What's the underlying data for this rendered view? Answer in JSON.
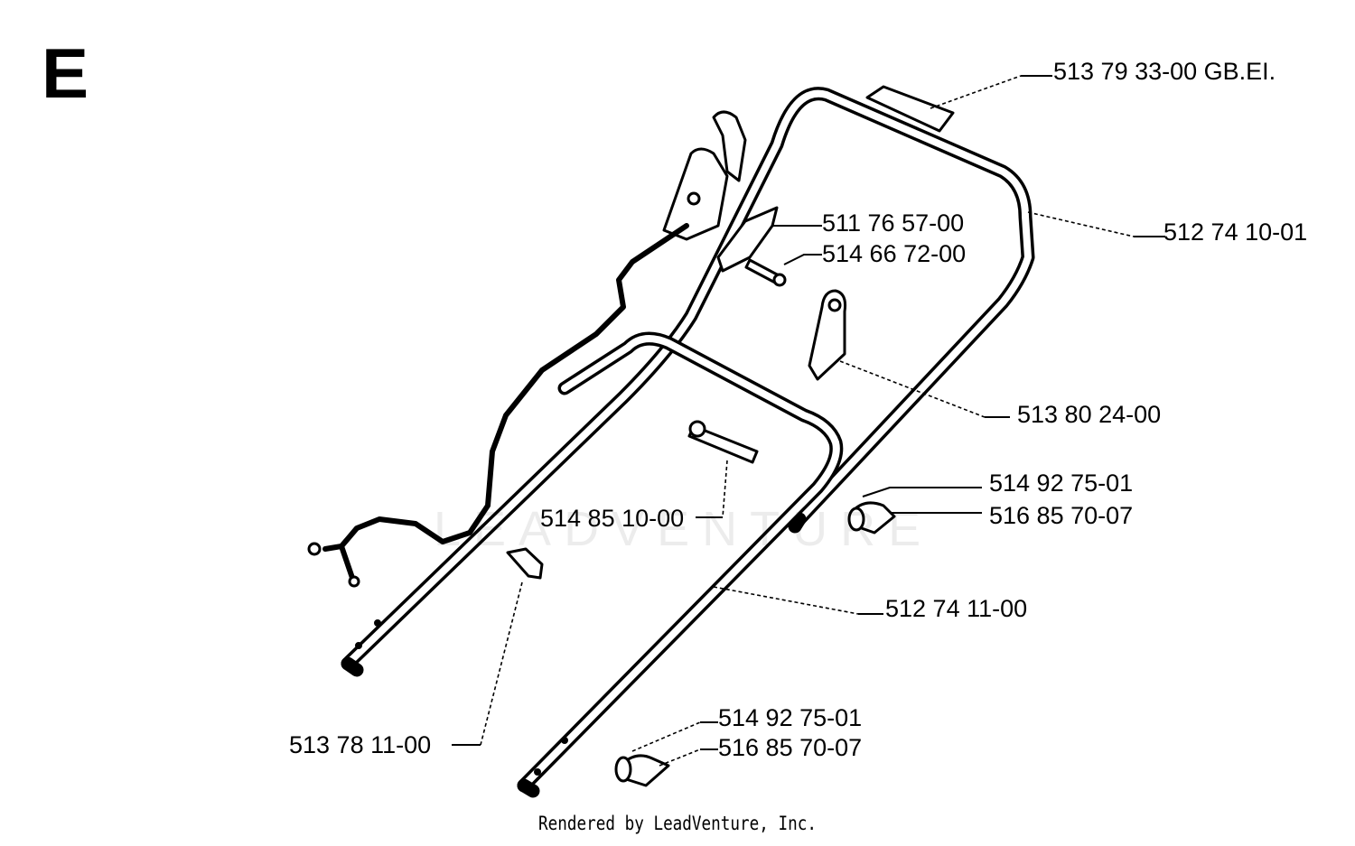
{
  "section_letter": "E",
  "parts": [
    {
      "id": "handle-label",
      "number": "513 79 33-00 GB.EI."
    },
    {
      "id": "upper-handle",
      "number": "512 74 10-01"
    },
    {
      "id": "cable-clip-upper",
      "number": "511 76 57-00"
    },
    {
      "id": "screw-upper",
      "number": "514 66 72-00"
    },
    {
      "id": "brake-lever-bracket",
      "number": "513 80 24-00"
    },
    {
      "id": "washer-right",
      "number": "514 92 75-01"
    },
    {
      "id": "knob-right",
      "number": "516 85 70-07"
    },
    {
      "id": "bolt-center",
      "number": "514 85 10-00"
    },
    {
      "id": "lower-handle",
      "number": "512 74 11-00"
    },
    {
      "id": "cable-clip-lower",
      "number": "513 78 11-00"
    },
    {
      "id": "washer-bottom",
      "number": "514 92 75-01"
    },
    {
      "id": "knob-bottom",
      "number": "516 85 70-07"
    }
  ],
  "watermark": "LEADVENTURE",
  "footer": "Rendered by LeadVenture, Inc."
}
